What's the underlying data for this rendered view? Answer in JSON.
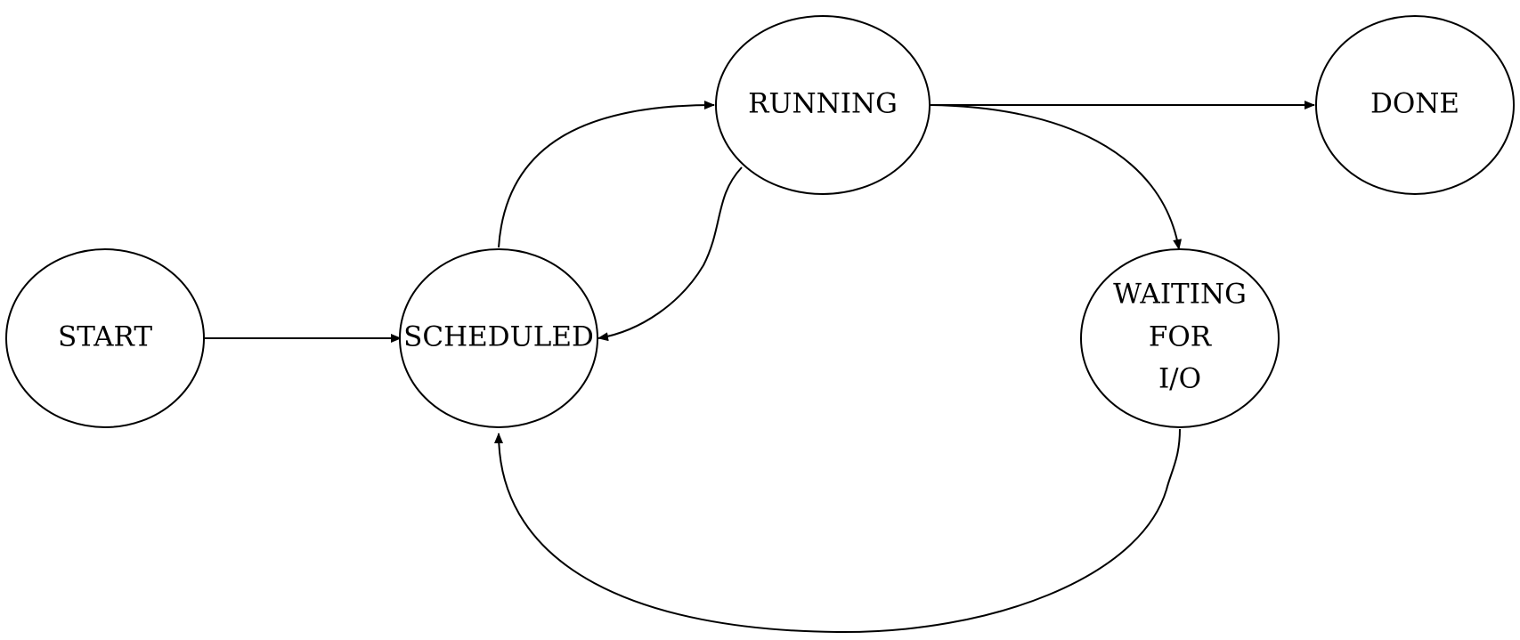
{
  "diagram": {
    "colors": {
      "stroke": "#000000",
      "fill": "#ffffff",
      "text": "#000000"
    },
    "nodes": [
      {
        "id": "start",
        "lines": [
          "START"
        ]
      },
      {
        "id": "scheduled",
        "lines": [
          "SCHEDULED"
        ]
      },
      {
        "id": "running",
        "lines": [
          "RUNNING"
        ]
      },
      {
        "id": "done",
        "lines": [
          "DONE"
        ]
      },
      {
        "id": "waiting",
        "lines": [
          "WAITING",
          "FOR",
          "I/O"
        ]
      }
    ],
    "edges": [
      {
        "id": "start-to-scheduled",
        "from": "start",
        "to": "scheduled"
      },
      {
        "id": "scheduled-to-running",
        "from": "scheduled",
        "to": "running"
      },
      {
        "id": "running-to-scheduled",
        "from": "running",
        "to": "scheduled"
      },
      {
        "id": "running-to-done",
        "from": "running",
        "to": "done"
      },
      {
        "id": "running-to-waiting",
        "from": "running",
        "to": "waiting"
      },
      {
        "id": "waiting-to-scheduled",
        "from": "waiting",
        "to": "scheduled"
      }
    ]
  }
}
